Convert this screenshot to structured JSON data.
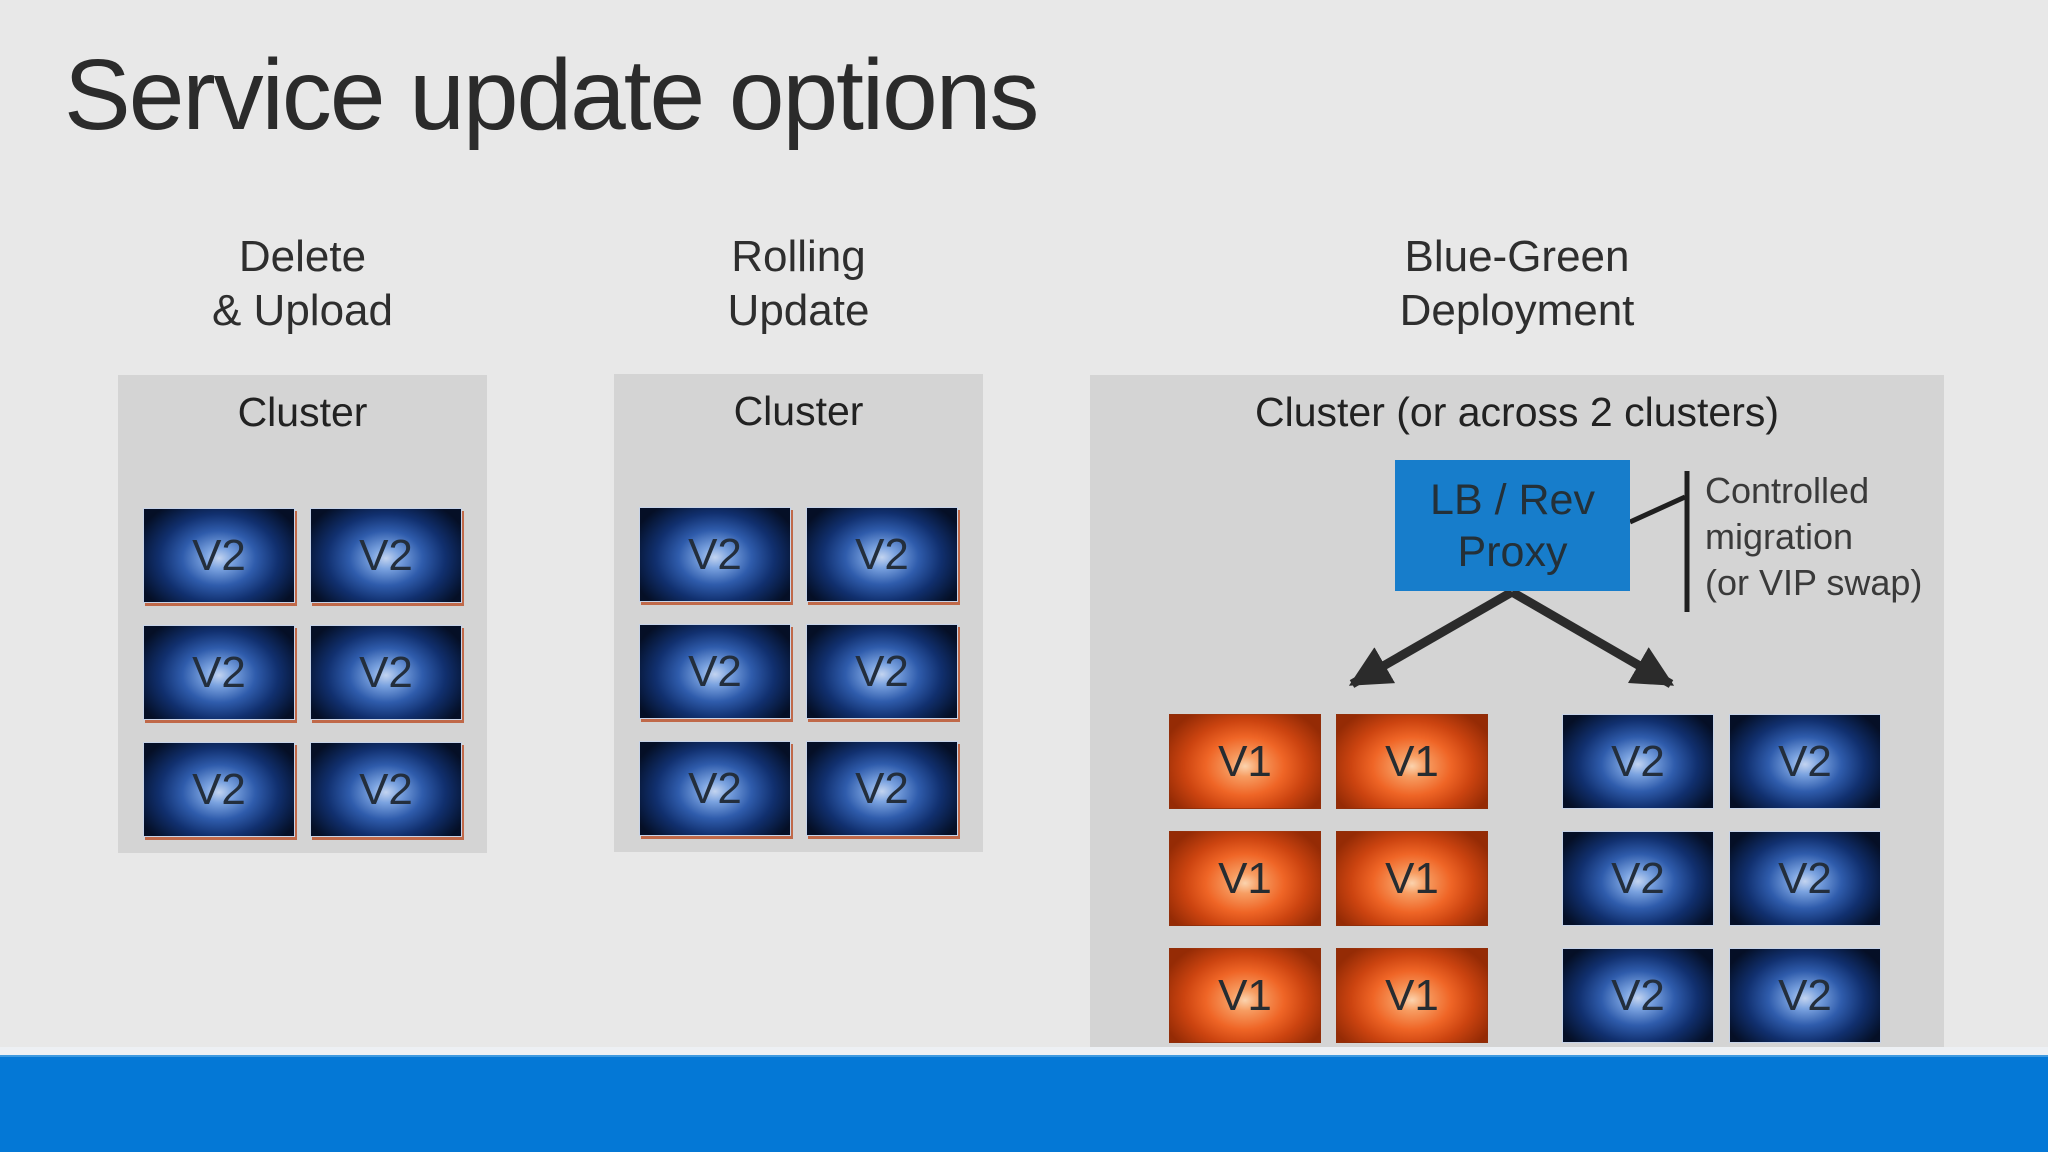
{
  "slide": {
    "title": "Service update options"
  },
  "colors": {
    "background": "#E8E8E8",
    "panel": "#D4D4D4",
    "footer_blue": "#0478D6",
    "lb_box_blue": "#177DCB",
    "navy_tile": "#11306F",
    "orange_tile": "#EF6526"
  },
  "columns": [
    {
      "heading": "Delete\n& Upload",
      "cluster_label": "Cluster",
      "tiles": [
        "V2",
        "V2",
        "V2",
        "V2",
        "V2",
        "V2"
      ]
    },
    {
      "heading": "Rolling\nUpdate",
      "cluster_label": "Cluster",
      "tiles": [
        "V2",
        "V2",
        "V2",
        "V2",
        "V2",
        "V2"
      ]
    },
    {
      "heading": "Blue-Green\nDeployment",
      "cluster_label": "Cluster (or across 2 clusters)",
      "lb_box_label": "LB / Rev\nProxy",
      "annotation": "Controlled\nmigration\n(or VIP swap)",
      "v1_tiles": [
        "V1",
        "V1",
        "V1",
        "V1",
        "V1",
        "V1"
      ],
      "v2_tiles": [
        "V2",
        "V2",
        "V2",
        "V2",
        "V2",
        "V2"
      ]
    }
  ]
}
